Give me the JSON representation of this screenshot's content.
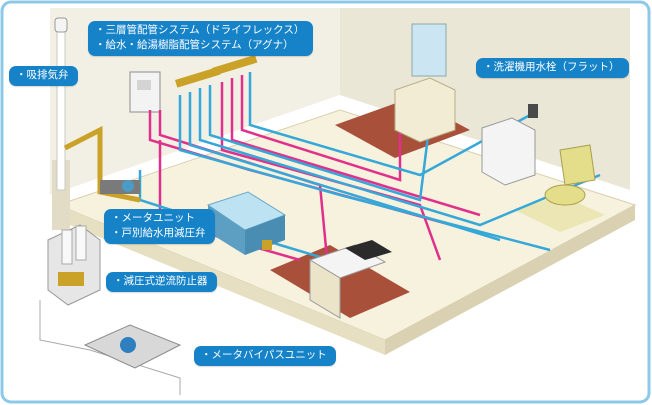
{
  "callouts": {
    "vent_valve": "吸排気弁",
    "header_systems": [
      "三層管配管システム（ドライフレックス）",
      "給水・給湯樹脂配管システム（アグナ）"
    ],
    "washer_faucet": "洗濯機用水栓（フラット）",
    "meter_unit": [
      "メータユニット",
      "戸別給水用減圧弁"
    ],
    "backflow_preventer": "減圧式逆流防止器",
    "meter_bypass": "メータバイパスユニット"
  },
  "colors": {
    "callout_bg": "#1683c9",
    "hot_pipe": "#e0308c",
    "cold_pipe": "#35a7d8",
    "brass": "#c9a227",
    "floor": "#f6f1dd",
    "wall": "#ece8d8",
    "brick": "#a8503a",
    "frame": "#7fc3e8"
  }
}
